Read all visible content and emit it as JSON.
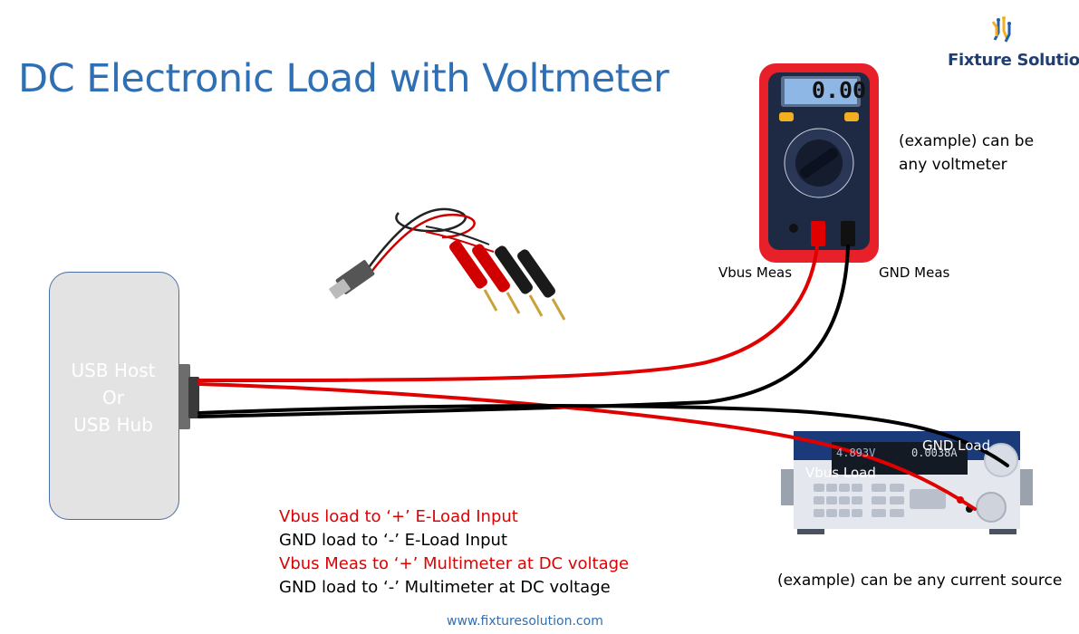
{
  "title": "DC Electronic Load with Voltmeter",
  "brand": {
    "name": "Fixture Solution",
    "logo_icon": "fixture-solution-logo",
    "colors": {
      "blue": "#1f3f73",
      "yellow": "#f2b01e"
    }
  },
  "usb_host": {
    "lines": [
      "USB Host",
      "Or",
      "USB Hub"
    ],
    "fill": "#e3e3e3"
  },
  "multimeter": {
    "display": "0.00",
    "note_lines": [
      "(example) can be",
      "any voltmeter"
    ]
  },
  "labels": {
    "vbus_meas": "Vbus Meas",
    "gnd_meas": "GND Meas",
    "gnd_load": "GND Load",
    "vbus_load": "Vbus Load"
  },
  "eload": {
    "readout_voltage": "4.893V",
    "readout_current": "0.0038A",
    "note": "(example) can be any current source"
  },
  "instructions": [
    {
      "text": "Vbus load to ‘+’ E-Load Input",
      "color": "red"
    },
    {
      "text": "GND load to ‘-’ E-Load Input",
      "color": "black"
    },
    {
      "text": "Vbus Meas to ‘+’ Multimeter at DC voltage",
      "color": "red"
    },
    {
      "text": "GND load to ‘-’ Multimeter at DC voltage",
      "color": "black"
    }
  ],
  "website": "www.fixturesolution.com",
  "wire_colors": {
    "vbus": "#e00000",
    "gnd": "#000000"
  }
}
